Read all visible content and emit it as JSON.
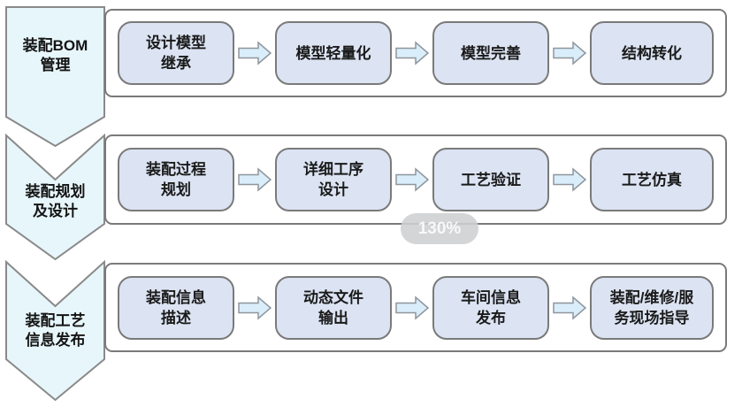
{
  "zoom_indicator": "130%",
  "colors": {
    "chevron_fill": "#e7f6fb",
    "box_fill": "#dce4f3",
    "arrow_fill": "#d9eefa",
    "shape_border": "#7a7a7a",
    "text": "#1a1a1a"
  },
  "rows": [
    {
      "stage": "装配BOM\n管理",
      "steps": [
        "设计模型\n继承",
        "模型轻量化",
        "模型完善",
        "结构转化"
      ]
    },
    {
      "stage": "装配规划\n及设计",
      "steps": [
        "装配过程\n规划",
        "详细工序\n设计",
        "工艺验证",
        "工艺仿真"
      ]
    },
    {
      "stage": "装配工艺\n信息发布",
      "steps": [
        "装配信息\n描述",
        "动态文件\n输出",
        "车间信息\n发布",
        "装配/维修/服\n务现场指导"
      ]
    }
  ]
}
